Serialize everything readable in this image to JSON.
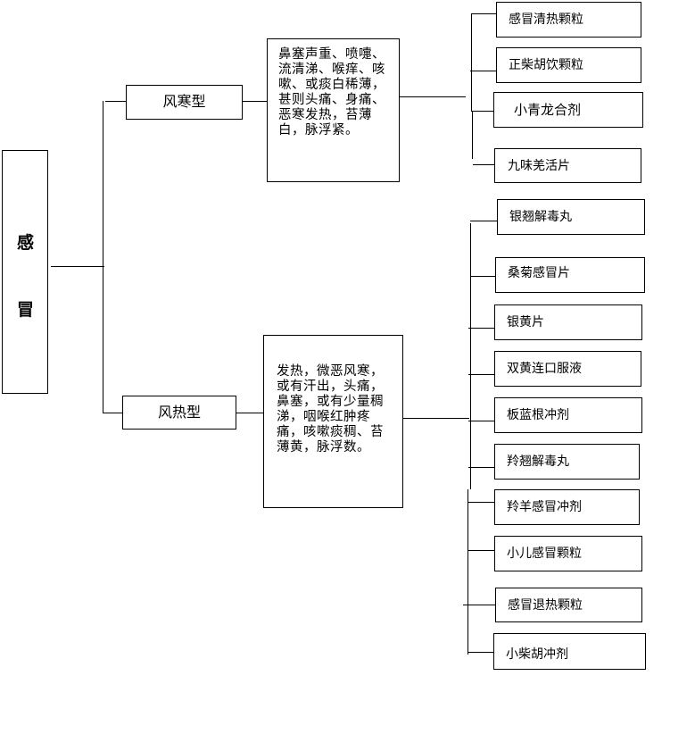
{
  "root": {
    "char1": "感",
    "char2": "冒"
  },
  "types": [
    {
      "label": "风寒型",
      "symptoms": "鼻塞声重、喷嚏、流清涕、喉痒、咳嗽、或痰白稀薄，甚则头痛、身痛、恶寒发热，苔薄白，脉浮紧。",
      "medicines": [
        "感冒清热颗粒",
        "正柴胡饮颗粒",
        "小青龙合剂",
        "九味羌活片"
      ]
    },
    {
      "label": "风热型",
      "symptoms": "发热，微恶风寒，或有汗出，头痛，鼻塞，或有少量稠涕，咽喉红肿疼痛，咳嗽痰稠、苔薄黄，脉浮数。",
      "medicines": [
        "银翘解毒丸",
        "桑菊感冒片",
        "银黄片",
        "双黄连口服液",
        "板蓝根冲剂",
        "羚翘解毒丸",
        "羚羊感冒冲剂",
        "小儿感冒颗粒",
        "感冒退热颗粒",
        "小柴胡冲剂"
      ]
    }
  ]
}
